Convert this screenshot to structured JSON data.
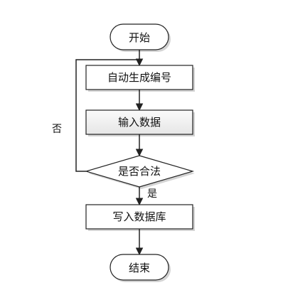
{
  "flowchart": {
    "nodes": {
      "start": {
        "label": "开始",
        "shape": "terminal"
      },
      "auto_number": {
        "label": "自动生成编号",
        "shape": "process"
      },
      "input_data": {
        "label": "输入数据",
        "shape": "process",
        "fill": "#eeeeee"
      },
      "is_valid": {
        "label": "是否合法",
        "shape": "decision"
      },
      "write_data": {
        "label": "写入数据库",
        "shape": "process"
      },
      "end": {
        "label": "结束",
        "shape": "terminal"
      }
    },
    "edges": {
      "yes_label": "是",
      "no_label": "否"
    },
    "colors": {
      "stroke": "#222222",
      "fill": "#ffffff",
      "shadow": "#d4d4d4",
      "input_fill": "#eeeeee"
    }
  }
}
